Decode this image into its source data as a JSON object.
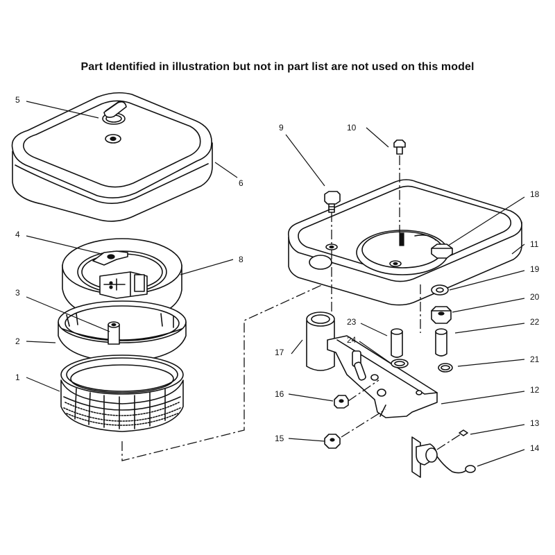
{
  "heading": "Part Identified in illustration but not in part list are not used on this model",
  "callouts": [
    {
      "id": "1",
      "label": "1"
    },
    {
      "id": "2",
      "label": "2"
    },
    {
      "id": "3",
      "label": "3"
    },
    {
      "id": "4",
      "label": "4"
    },
    {
      "id": "5",
      "label": "5"
    },
    {
      "id": "6",
      "label": "6"
    },
    {
      "id": "8",
      "label": "8"
    },
    {
      "id": "9",
      "label": "9"
    },
    {
      "id": "10",
      "label": "10"
    },
    {
      "id": "11",
      "label": "11"
    },
    {
      "id": "12",
      "label": "12"
    },
    {
      "id": "13",
      "label": "13"
    },
    {
      "id": "14",
      "label": "14"
    },
    {
      "id": "15",
      "label": "15"
    },
    {
      "id": "16",
      "label": "16"
    },
    {
      "id": "17",
      "label": "17"
    },
    {
      "id": "18",
      "label": "18"
    },
    {
      "id": "19",
      "label": "19"
    },
    {
      "id": "20",
      "label": "20"
    },
    {
      "id": "21",
      "label": "21"
    },
    {
      "id": "22",
      "label": "22"
    },
    {
      "id": "23",
      "label": "23"
    },
    {
      "id": "24",
      "label": "24"
    }
  ]
}
